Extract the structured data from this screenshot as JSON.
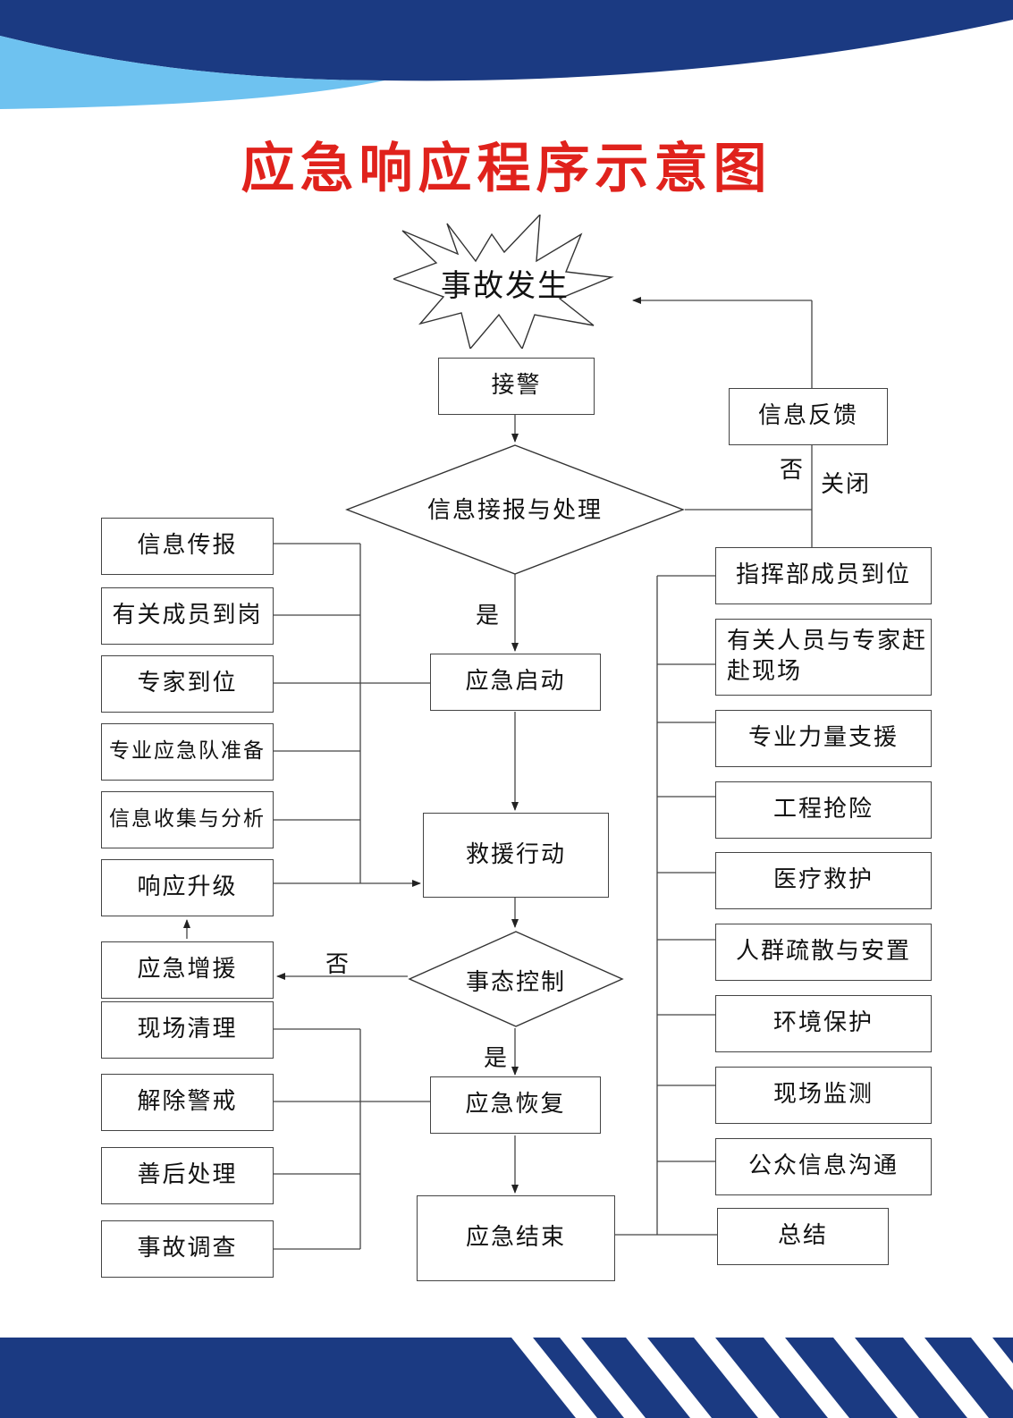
{
  "title": "应急响应程序示意图",
  "colors": {
    "title_red": "#e0221c",
    "banner_navy": "#1b3a82",
    "banner_light_blue": "#6ec2f0",
    "line": "#444444"
  },
  "main_flow": {
    "incident": "事故发生",
    "receive_alarm": "接警",
    "info_report": "信息接报与处理",
    "emergency_start": "应急启动",
    "rescue_action": "救援行动",
    "situation_control": "事态控制",
    "emergency_recovery": "应急恢复",
    "emergency_end": "应急结束"
  },
  "left_actions": [
    "信息传报",
    "有关成员到岗",
    "专家到位",
    "专业应急队准备",
    "信息收集与分析",
    "响应升级"
  ],
  "reinforce": "应急增援",
  "left_recovery": [
    "现场清理",
    "解除警戒",
    "善后处理",
    "事故调查"
  ],
  "right_actions": [
    "指挥部成员到位",
    "有关人员与专家赶赴现场",
    "专业力量支援",
    "工程抢险",
    "医疗救护",
    "人群疏散与安置",
    "环境保护",
    "现场监测",
    "公众信息沟通",
    "总结"
  ],
  "feedback": "信息反馈",
  "edge_labels": {
    "no_1": "否",
    "close": "关闭",
    "yes_1": "是",
    "no_2": "否",
    "yes_2": "是"
  }
}
